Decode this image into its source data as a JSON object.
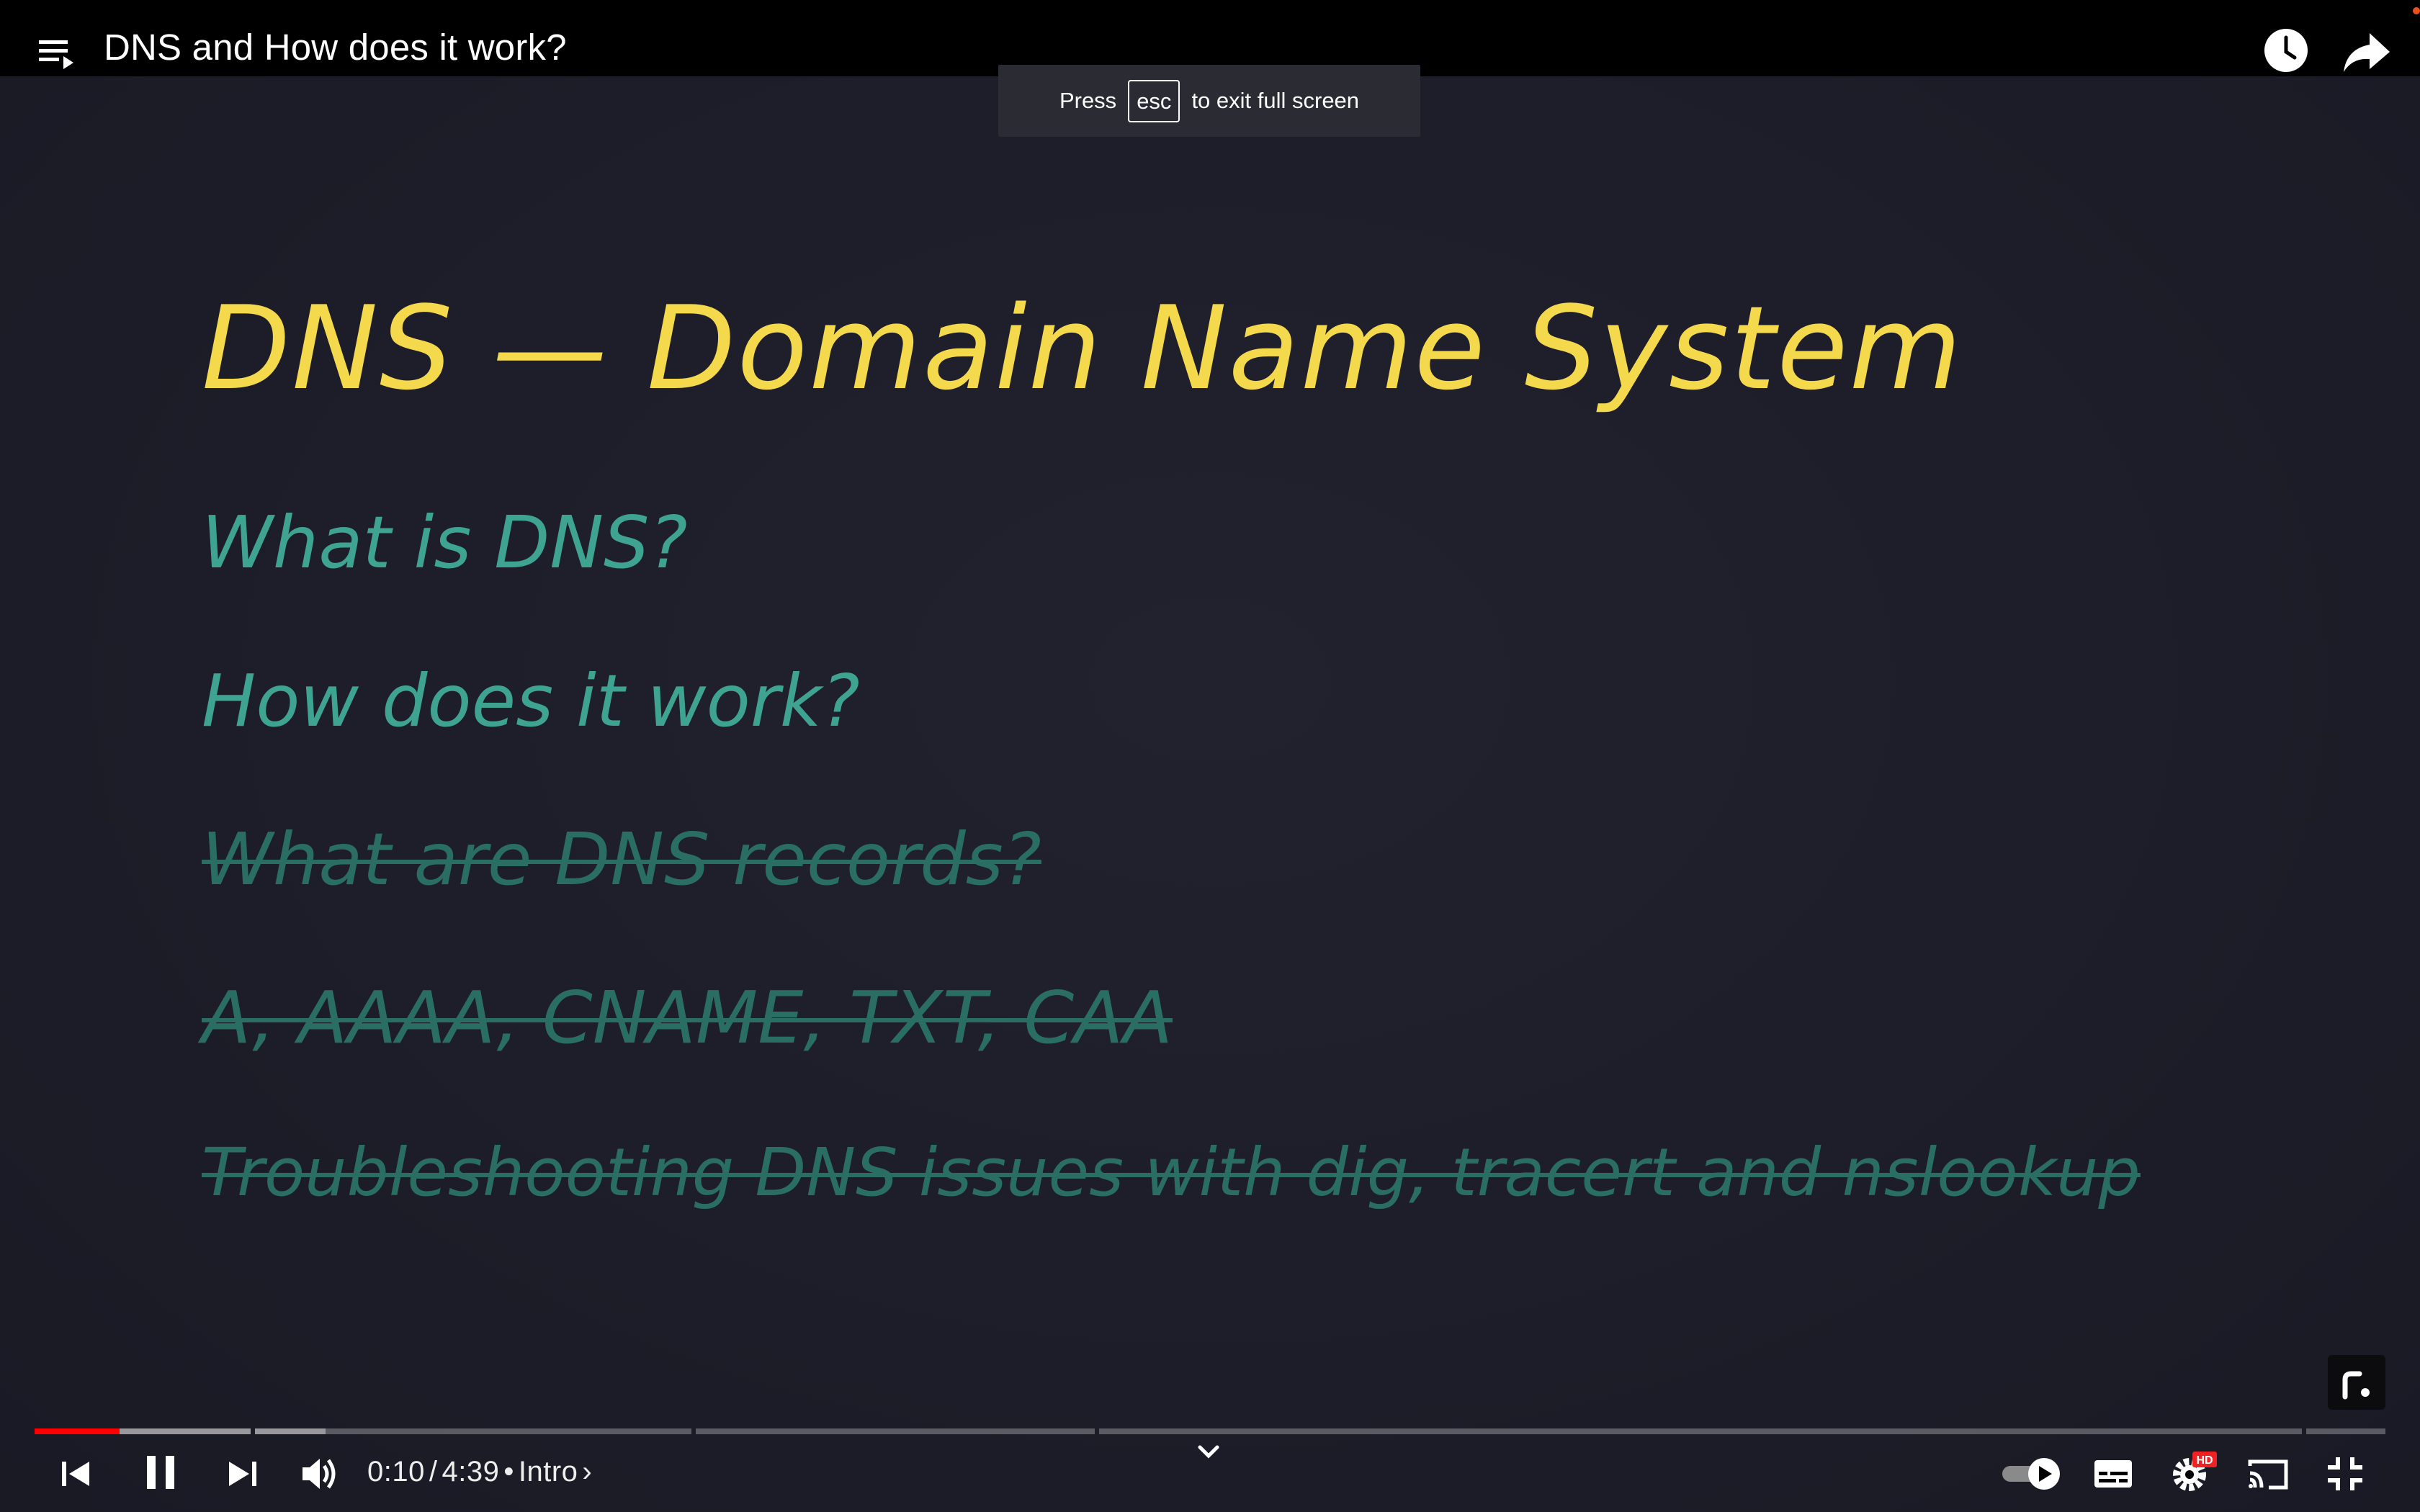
{
  "header": {
    "video_title": "DNS and How does it work?"
  },
  "toast": {
    "prefix": "Press",
    "key": "esc",
    "suffix": "to exit full screen"
  },
  "slide": {
    "title": "DNS — Domain Name System",
    "lines": [
      {
        "text": "What is DNS?",
        "struck": false
      },
      {
        "text": "How does it work?",
        "struck": false
      },
      {
        "text": "What are DNS records?",
        "struck": true
      },
      {
        "text": "A, AAAA, CNAME, TXT, CAA",
        "struck": true
      },
      {
        "text": "Troubleshooting DNS issues with dig, tracert and nslookup",
        "struck": true
      }
    ]
  },
  "player": {
    "current_time": "0:10",
    "separator": "/",
    "duration": "4:39",
    "chapter_bullet": "•",
    "chapter": "Intro",
    "chapter_arrow": "›",
    "progress_fraction": 0.036,
    "quality_badge": "HD",
    "autoplay_on": true,
    "colors": {
      "played": "#ff0000",
      "title_yellow": "#f5d94c",
      "teal": "#3fa392"
    },
    "icons": [
      "playlist-icon",
      "clock-icon",
      "share-arrow-icon",
      "previous-icon",
      "pause-icon",
      "next-icon",
      "volume-icon",
      "chevron-down-icon",
      "autoplay-toggle",
      "subtitles-icon",
      "settings-gear-icon",
      "cast-icon",
      "exit-fullscreen-icon"
    ]
  }
}
